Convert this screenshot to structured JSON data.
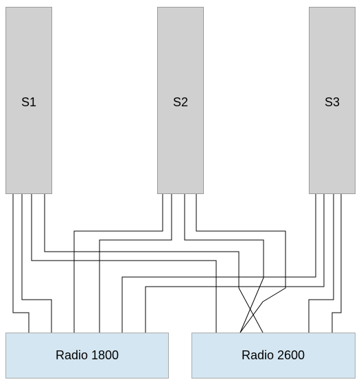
{
  "nodes": {
    "s1": {
      "label": "S1"
    },
    "s2": {
      "label": "S2"
    },
    "s3": {
      "label": "S3"
    },
    "radio1800": {
      "label": "Radio 1800"
    },
    "radio2600": {
      "label": "Radio 2600"
    }
  },
  "colors": {
    "server_fill": "#d0d0d0",
    "radio_fill": "#d4e6f1",
    "wire": "#000000"
  }
}
